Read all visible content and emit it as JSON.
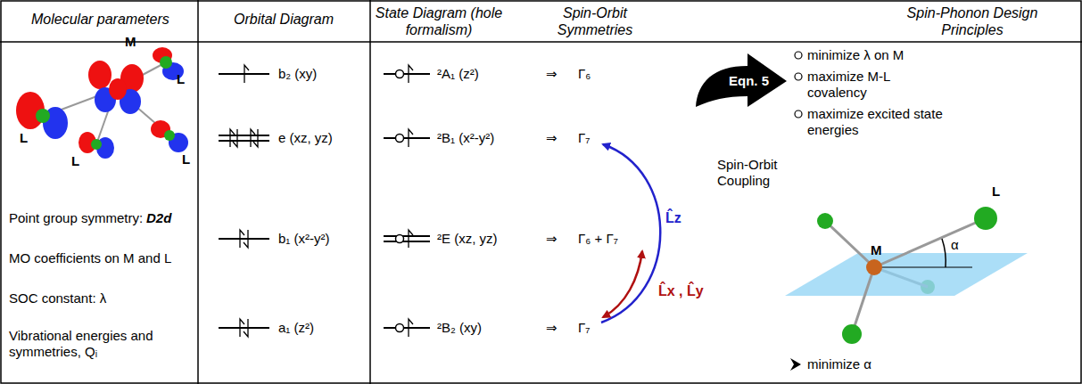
{
  "diagram": {
    "nodes": [
      {
        "text": [
          "Eqn. 5"
        ]
      }
    ],
    "labels": [
      "Molecular parameters",
      "Orbital Diagram",
      "State Diagram (hole formalism)",
      "Spin-Orbit Symmetries",
      "Spin-Phonon Design Principles",
      "M",
      "L",
      "L",
      "L",
      "L",
      "Point group symmetry:",
      "D2d",
      "MO coefficients on M and L",
      "SOC constant: λ",
      "Vibrational energies and symmetries, Qᵢ",
      "b₂ (xy)",
      "e (xz, yz)",
      "b₁ (x²-y²)",
      "a₁ (z²)",
      "²A₁ (z²)",
      "⇒",
      "Γ₆",
      "²B₁ (x²-y²)",
      "⇒",
      "Γ₇",
      "²E (xz, yz)",
      "⇒",
      "Γ₆ + Γ₇",
      "²B₂ (xy)",
      "⇒",
      "Γ₇",
      "L̂z",
      "L̂x , L̂y",
      "Spin-Orbit Coupling",
      "minimize λ on M",
      "maximize M-L covalency",
      "maximize excited state energies",
      "M",
      "L",
      "α",
      "minimize α"
    ]
  }
}
